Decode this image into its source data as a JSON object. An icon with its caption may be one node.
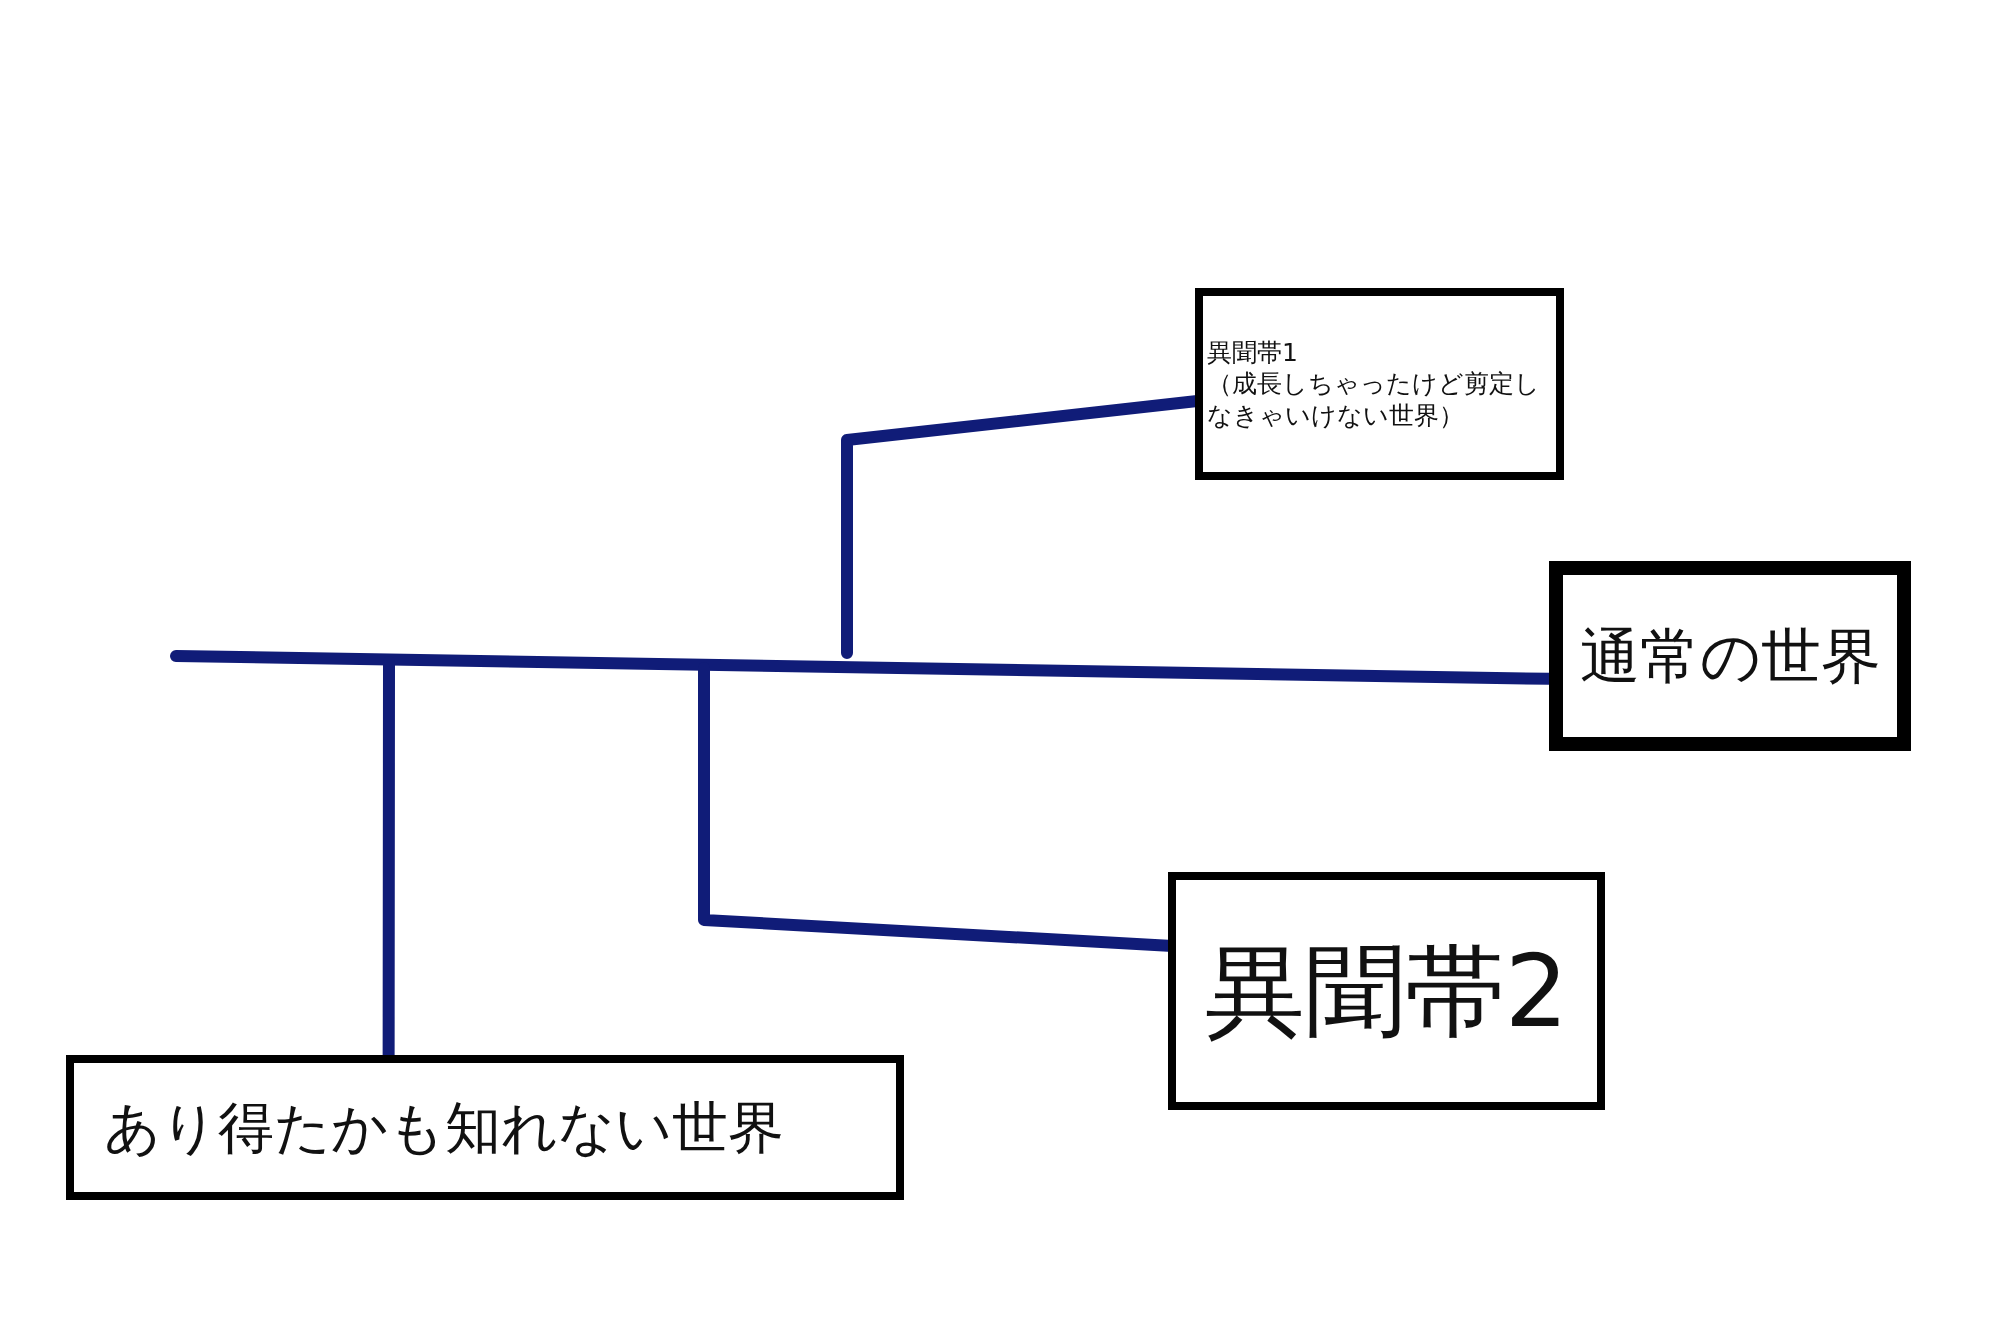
{
  "diagram": {
    "nodes": [
      {
        "text": [
          "異聞帯1",
          "（成長しちゃったけど剪定しなきゃいけない世界）"
        ]
      },
      {
        "text": [
          "通常の世界"
        ]
      },
      {
        "text": [
          "異聞帯2"
        ]
      },
      {
        "text": [
          "あり得たかも知れない世界"
        ]
      }
    ],
    "edges": [
      {
        "from": null,
        "to": 1,
        "arrow": "none"
      },
      {
        "from": null,
        "to": 0,
        "arrow": "none"
      },
      {
        "from": null,
        "to": 2,
        "arrow": "none"
      },
      {
        "from": null,
        "to": 3,
        "arrow": "none"
      }
    ]
  }
}
